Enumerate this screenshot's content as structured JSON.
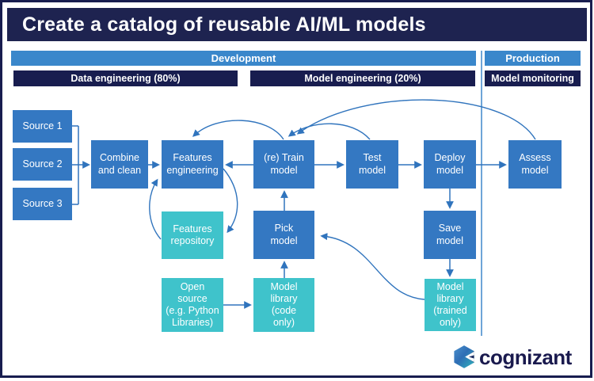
{
  "title": "Create a catalog of reusable AI/ML models",
  "phases": {
    "development": "Development",
    "production": "Production"
  },
  "stages": {
    "data_engineering": "Data engineering (80%)",
    "model_engineering": "Model engineering (20%)",
    "model_monitoring": "Model monitoring"
  },
  "boxes": {
    "source1": {
      "label": "Source 1",
      "type": "blue"
    },
    "source2": {
      "label": "Source 2",
      "type": "blue"
    },
    "source3": {
      "label": "Source 3",
      "type": "blue"
    },
    "combine": {
      "label": "Combine\nand clean",
      "type": "blue"
    },
    "features_engineering": {
      "label": "Features\nengineering",
      "type": "blue"
    },
    "train": {
      "label": "(re) Train\nmodel",
      "type": "blue"
    },
    "test": {
      "label": "Test\nmodel",
      "type": "blue"
    },
    "deploy": {
      "label": "Deploy\nmodel",
      "type": "blue"
    },
    "assess": {
      "label": "Assess\nmodel",
      "type": "blue"
    },
    "features_repository": {
      "label": "Features\nrepository",
      "type": "teal"
    },
    "pick": {
      "label": "Pick\nmodel",
      "type": "blue"
    },
    "save": {
      "label": "Save\nmodel",
      "type": "blue"
    },
    "open_source": {
      "label": "Open\nsource\n(e.g. Python\nLibraries)",
      "type": "teal"
    },
    "model_library_code": {
      "label": "Model\nlibrary\n(code\nonly)",
      "type": "teal"
    },
    "model_library_trained": {
      "label": "Model\nlibrary\n(trained\nonly)",
      "type": "teal"
    }
  },
  "edges": [
    {
      "from": "source1+source2+source3",
      "to": "combine"
    },
    {
      "from": "combine",
      "to": "features_engineering"
    },
    {
      "from": "train",
      "to": "features_engineering"
    },
    {
      "from": "train",
      "to": "test"
    },
    {
      "from": "test",
      "to": "deploy"
    },
    {
      "from": "deploy",
      "to": "assess"
    },
    {
      "from": "deploy",
      "to": "save"
    },
    {
      "from": "save",
      "to": "model_library_trained"
    },
    {
      "from": "pick",
      "to": "train"
    },
    {
      "from": "model_library_code",
      "to": "pick"
    },
    {
      "from": "open_source",
      "to": "model_library_code"
    },
    {
      "from": "train",
      "to": "features_engineering",
      "style": "arc-top"
    },
    {
      "from": "test",
      "to": "train",
      "style": "arc-top"
    },
    {
      "from": "assess",
      "to": "train",
      "style": "arc-top"
    },
    {
      "from": "features_engineering",
      "to": "features_repository",
      "style": "arc-cycle"
    },
    {
      "from": "features_repository",
      "to": "features_engineering",
      "style": "arc-cycle"
    },
    {
      "from": "model_library_trained",
      "to": "pick",
      "style": "curve"
    }
  ],
  "logo": {
    "text": "cognizant"
  },
  "colors": {
    "navy": "#181d4f",
    "box_blue": "#3478c2",
    "teal": "#3fc3cb",
    "phase_blue": "#3a87cb",
    "arrow": "#3074bd",
    "divider": "#5e9bd3"
  }
}
